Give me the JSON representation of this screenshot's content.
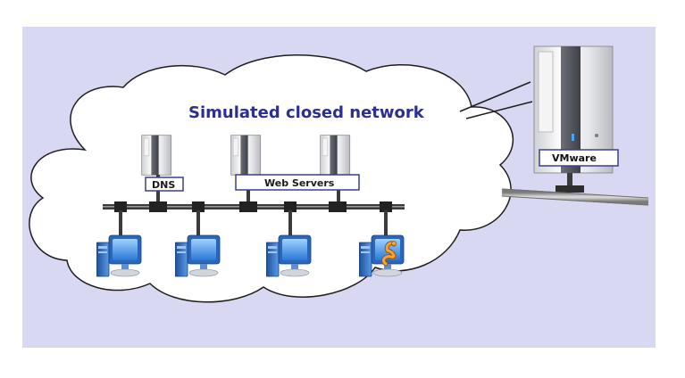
{
  "diagram": {
    "title": "Simulated closed network",
    "labels": {
      "dns": "DNS",
      "web_servers": "Web Servers",
      "vmware": "VMware"
    },
    "nodes": {
      "servers": [
        "dns-server",
        "web-server-1",
        "web-server-2"
      ],
      "workstations": [
        "workstation-1",
        "workstation-2",
        "workstation-3",
        "workstation-4-infected"
      ]
    },
    "icons": {
      "server": "server-tower-icon",
      "workstation": "desktop-computer-icon",
      "malware": "worm-icon",
      "cloud": "cloud-outline",
      "host": "host-server-icon"
    },
    "colors": {
      "background_panel": "#d8d8f2",
      "title_text": "#2c2e92",
      "cable": "#3b3b3b",
      "server_silver": "#e8e8ea"
    }
  }
}
